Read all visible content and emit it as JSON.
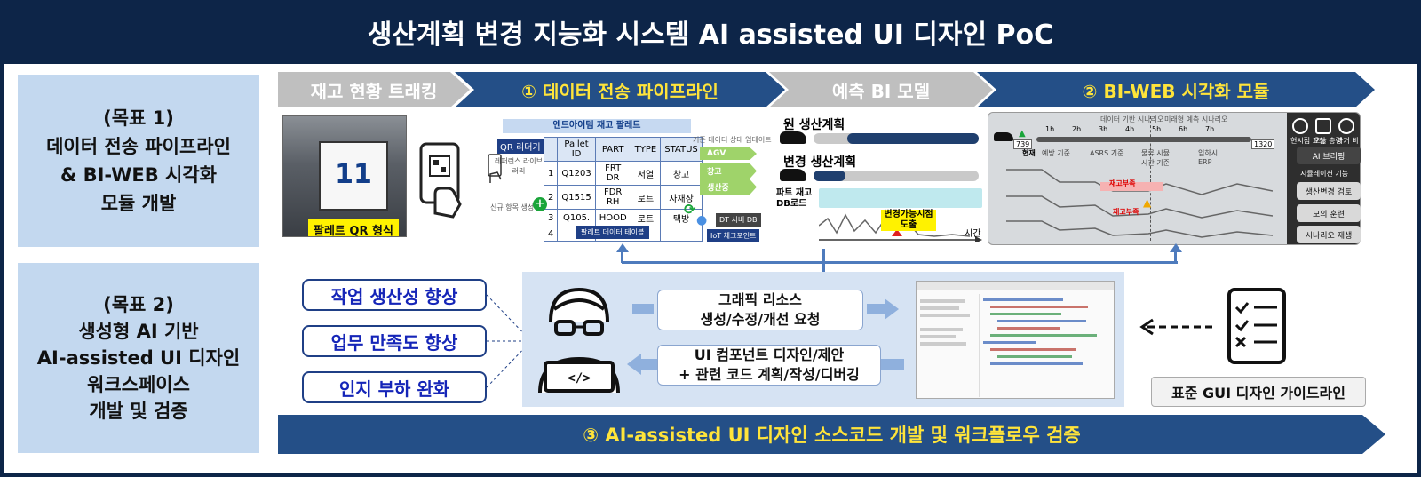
{
  "title": "생산계획 변경 지능화 시스템 AI assisted UI 디자인 PoC",
  "goal1": {
    "heading": "(목표 1)",
    "lines": [
      "데이터 전송 파이프라인",
      "& BI-WEB 시각화",
      "모듈 개발"
    ]
  },
  "goal2": {
    "heading": "(목표 2)",
    "lines": [
      "생성형 AI 기반",
      "AI-assisted UI 디자인",
      "워크스페이스",
      "개발 및 검증"
    ]
  },
  "steps": [
    "재고 현황 트래킹",
    "① 데이터 전송 파이프라인",
    "예측 BI 모델",
    "② BI-WEB 시각화 모듈"
  ],
  "photo_label": "팔레트 QR 형식",
  "pipeline": {
    "table_title": "엔드아이템 재고 팔레트",
    "qr_reader": "QR 리더기",
    "reference_library": "레퍼런스 라이브러리",
    "new_item": "신규 항목 생성",
    "headers": [
      "Pallet ID",
      "PART",
      "TYPE",
      "STATUS"
    ],
    "rows": [
      [
        "1",
        "Q1203",
        "FRT DR",
        "서열",
        "창고"
      ],
      [
        "2",
        "Q1515",
        "FDR RH",
        "로트",
        "자재장"
      ],
      [
        "3",
        "Q105.",
        "HOOD",
        "로트",
        "택방"
      ],
      [
        "4",
        "",
        "",
        "",
        ""
      ],
      [
        "",
        "...",
        "...",
        "...",
        "..."
      ]
    ],
    "update_note": "기존 데이터 상태 업데이트",
    "flow": [
      "AGV",
      "창고",
      "생산중"
    ],
    "server": "DT 서버 DB",
    "iot": "IoT 체크포인트",
    "pallet_table": "팔레트 데이터 테이블"
  },
  "forecast": {
    "original_plan": "원 생산계획",
    "changed_plan": "변경 생산계획",
    "parts_db": "파트 재고 DB로드",
    "change_point": "변경가능시점 도출",
    "time": "시간"
  },
  "dashboard": {
    "header_left": "데이터 기반 시나리오",
    "header_right": "미래형 예측 시나리오",
    "time_ticks": [
      "1h",
      "2h",
      "3h",
      "4h",
      "5h",
      "6h",
      "7h"
    ],
    "now": "현재",
    "stages": [
      "예방 기준",
      "ASRS 기준",
      "물류 시뮬 시간 기준",
      "입하시 ERP"
    ],
    "counter_left": "739",
    "counter_right": "1320",
    "warn1": "재고부족",
    "warn2": "재고부족",
    "top_icons": [
      "현시점 고정",
      "오늘 총량",
      "과거 비교"
    ],
    "ai_briefing": "AI 브리핑",
    "sim_label": "시뮬레이션 기능",
    "buttons": [
      "생산변경 검토",
      "모의 훈련",
      "시나리오 재생"
    ]
  },
  "benefits": [
    "작업 생산성 향상",
    "업무 만족도 향상",
    "인지 부하 완화"
  ],
  "request_top": [
    "그래픽 리소스",
    "생성/수정/개선 요청"
  ],
  "request_bottom": [
    "UI 컴포넌트 디자인/제안",
    "+ 관련 코드 계획/작성/디버깅"
  ],
  "guideline": "표준 GUI 디자인 가이드라인",
  "bottom_step": "③ AI-assisted UI 디자인 소스코드 개발 및 워크플로우 검증",
  "colors": {
    "navy": "#0d2548",
    "step_blue": "#244f87",
    "yellow": "#ffe43a",
    "goal_bg": "#c3d8ef"
  }
}
